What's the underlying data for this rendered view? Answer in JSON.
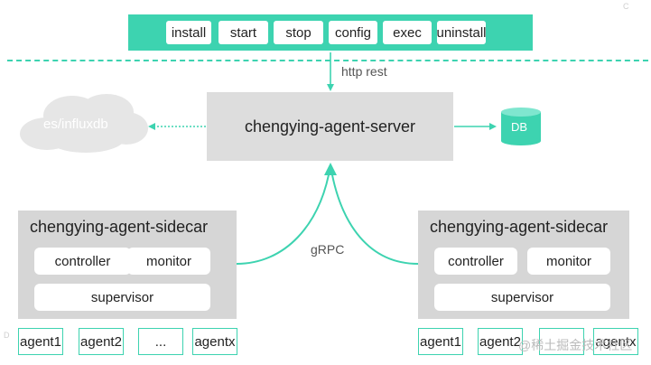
{
  "top_commands": [
    "install",
    "start",
    "stop",
    "config",
    "exec",
    "uninstall"
  ],
  "http_label": "http rest",
  "grpc_label": "gRPC",
  "server_label": "chengying-agent-server",
  "cloud_label": "es/influxdb",
  "db_label": "DB",
  "sidecars": [
    {
      "title": "chengying-agent-sidecar",
      "controller": "controller",
      "monitor": "monitor",
      "supervisor": "supervisor"
    },
    {
      "title": "chengying-agent-sidecar",
      "controller": "controller",
      "monitor": "monitor",
      "supervisor": "supervisor"
    }
  ],
  "agents_left": [
    "agent1",
    "agent2",
    "...",
    "agentx"
  ],
  "agents_right": [
    "agent1",
    "agent2",
    "",
    "agentx"
  ],
  "watermark": "@稀土掘金技术社区",
  "corner_marks": [
    "D",
    "C"
  ],
  "colors": {
    "accent": "#3dd3b0",
    "box": "#d6d6d6",
    "cloud": "#e6e6e6"
  }
}
